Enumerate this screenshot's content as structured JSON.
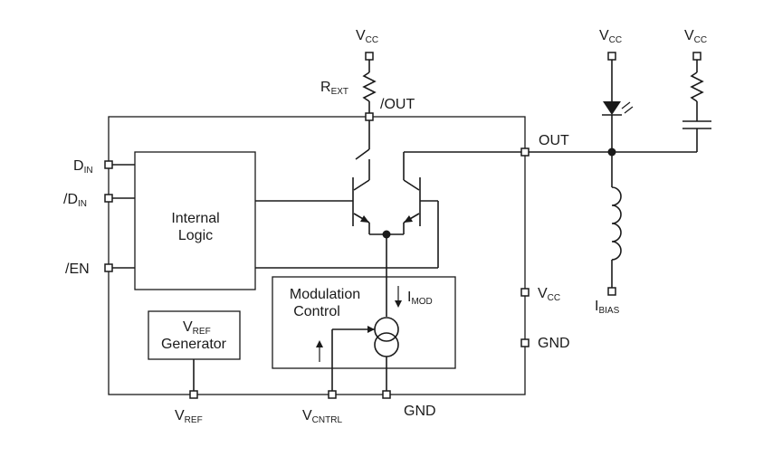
{
  "labels": {
    "vcc_top": {
      "main": "V",
      "sub": "CC"
    },
    "rext": {
      "main": "R",
      "sub": "EXT"
    },
    "out_bar": {
      "main": "/OUT"
    },
    "vcc_led": {
      "main": "V",
      "sub": "CC"
    },
    "vcc_cap": {
      "main": "V",
      "sub": "CC"
    },
    "out": {
      "main": "OUT"
    },
    "din": {
      "main": "D",
      "sub": "IN"
    },
    "din_bar": {
      "main": "/D",
      "sub": "IN"
    },
    "en_bar": {
      "main": "/EN"
    },
    "internal_logic": {
      "line1": "Internal",
      "line2": "Logic"
    },
    "modulation_control": {
      "line1": "Modulation",
      "line2": "Control"
    },
    "imod": {
      "main": "I",
      "sub": "MOD"
    },
    "vcc_right": {
      "main": "V",
      "sub": "CC"
    },
    "gnd_right": {
      "main": "GND"
    },
    "ibias": {
      "main": "I",
      "sub": "BIAS"
    },
    "vref_gen": {
      "main": "V",
      "sub": "REF",
      "line2": "Generator"
    },
    "vref_pin": {
      "main": "V",
      "sub": "REF"
    },
    "vcntrl_pin": {
      "main": "V",
      "sub": "CNTRL"
    },
    "gnd_bottom": {
      "main": "GND"
    }
  }
}
